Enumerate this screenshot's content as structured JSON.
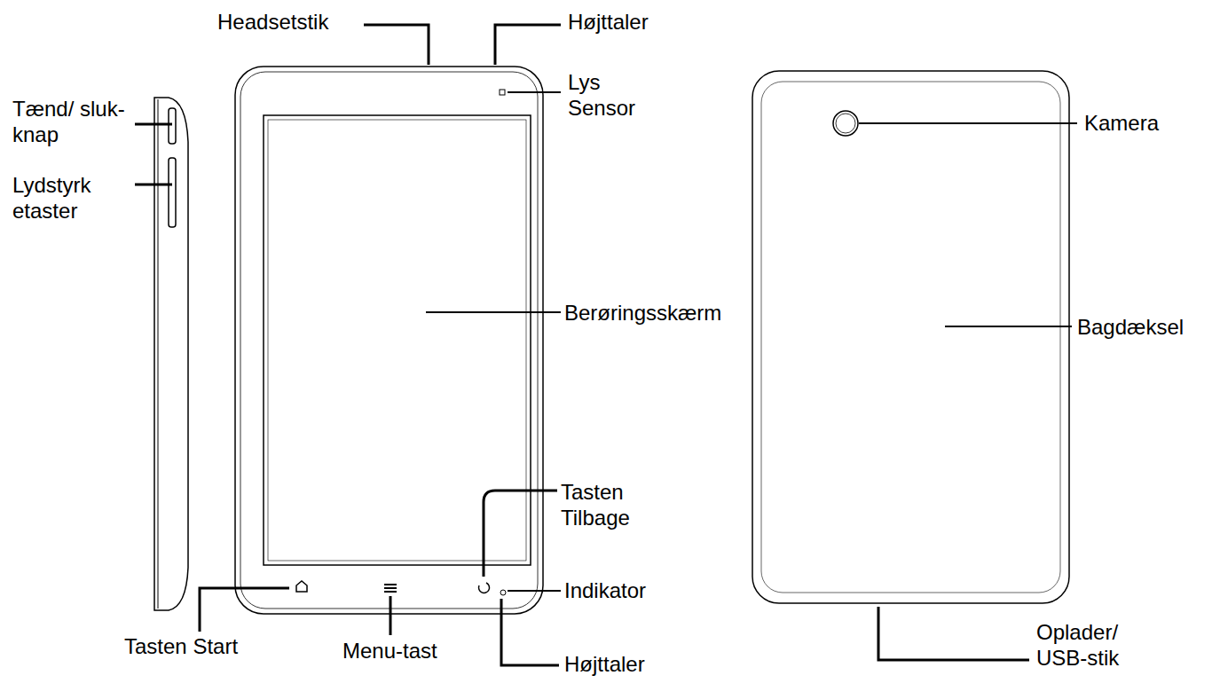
{
  "diagram": {
    "labels": [
      "Headsetstik",
      "Højttaler",
      "Lys Sensor",
      "Tænd/ sluk-knap",
      "Lydstyrk etaster",
      "Kamera",
      "Berøringsskærm",
      "Bagdæksel",
      "Tasten Tilbage",
      "Indikator",
      "Højttaler",
      "Tasten Start",
      "Menu-tast",
      "Oplader/ USB-stik"
    ]
  }
}
